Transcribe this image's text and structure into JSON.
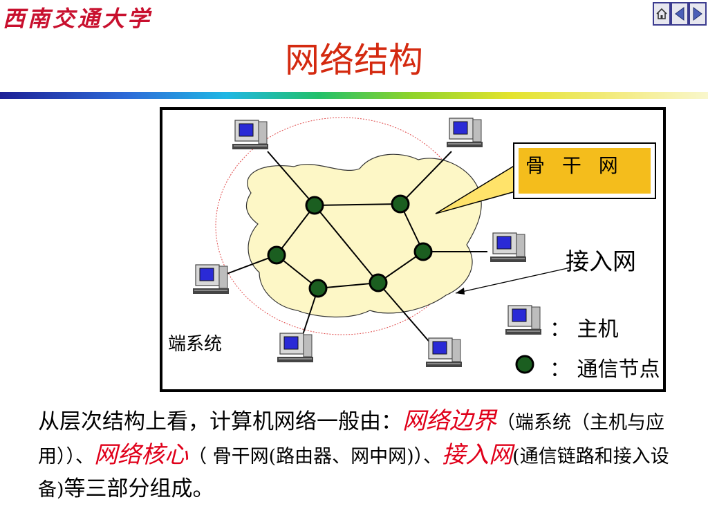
{
  "header": {
    "logo": "西南交通大学",
    "title": "网络结构",
    "nav": {
      "home": "home-icon",
      "prev": "triangle-left-icon",
      "next": "triangle-right-icon"
    }
  },
  "figure": {
    "labels": {
      "backbone": "骨 干 网",
      "access": "接入网",
      "end_system": "端系统"
    },
    "legend": {
      "host": "： 主机",
      "node": "： 通信节点"
    }
  },
  "paragraph": {
    "p1": "从层次结构上看，计算机网络一般由：",
    "k1": "网络边界",
    "p2": "（端系统（主机与应用））、",
    "k2": "网络核心",
    "p3": "（ 骨干网(路由器、网中网)）、",
    "k3": "接入网",
    "p4": "(通信链路和接入设备)",
    "p5": "等三部分组成。"
  },
  "colors": {
    "title": "#d42a10",
    "keyword": "#e0001a",
    "backbone_fill": "#f4bd1c",
    "cloud_fill": "#fdf7c6",
    "node_fill": "#1b5e20"
  }
}
